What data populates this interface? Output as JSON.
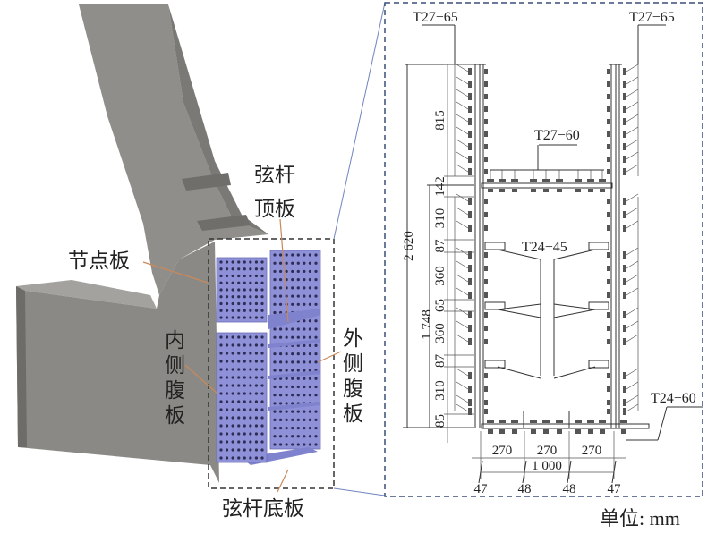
{
  "left_model": {
    "labels": {
      "chord_top_plate_line1": "弦杆",
      "chord_top_plate_line2": "顶板",
      "gusset_plate": "节点板",
      "inner_web": [
        "内",
        "侧",
        "腹",
        "板"
      ],
      "outer_web": [
        "外",
        "侧",
        "腹",
        "板"
      ],
      "chord_bottom_plate": "弦杆底板"
    },
    "colors": {
      "steel": "#8e8d89",
      "splice_plate": "#8e90d8",
      "leader": "#c8895a"
    }
  },
  "section_drawing": {
    "bolt_labels": {
      "top_left": "T27−65",
      "top_right": "T27−65",
      "top_plate": "T27−60",
      "diaphragm": "T24−45",
      "bottom_plate": "T24−60"
    },
    "vertical_dims": {
      "total": "2 620",
      "inner": "1 748",
      "segments": [
        "815",
        "142",
        "310",
        "87",
        "360",
        "65",
        "360",
        "87",
        "310",
        "85"
      ]
    },
    "horizontal_dims": {
      "bolt_spacing": [
        "270",
        "270",
        "270"
      ],
      "width": "1 000",
      "edges": [
        "47",
        "48",
        "48",
        "47"
      ]
    },
    "unit": "单位: mm"
  }
}
